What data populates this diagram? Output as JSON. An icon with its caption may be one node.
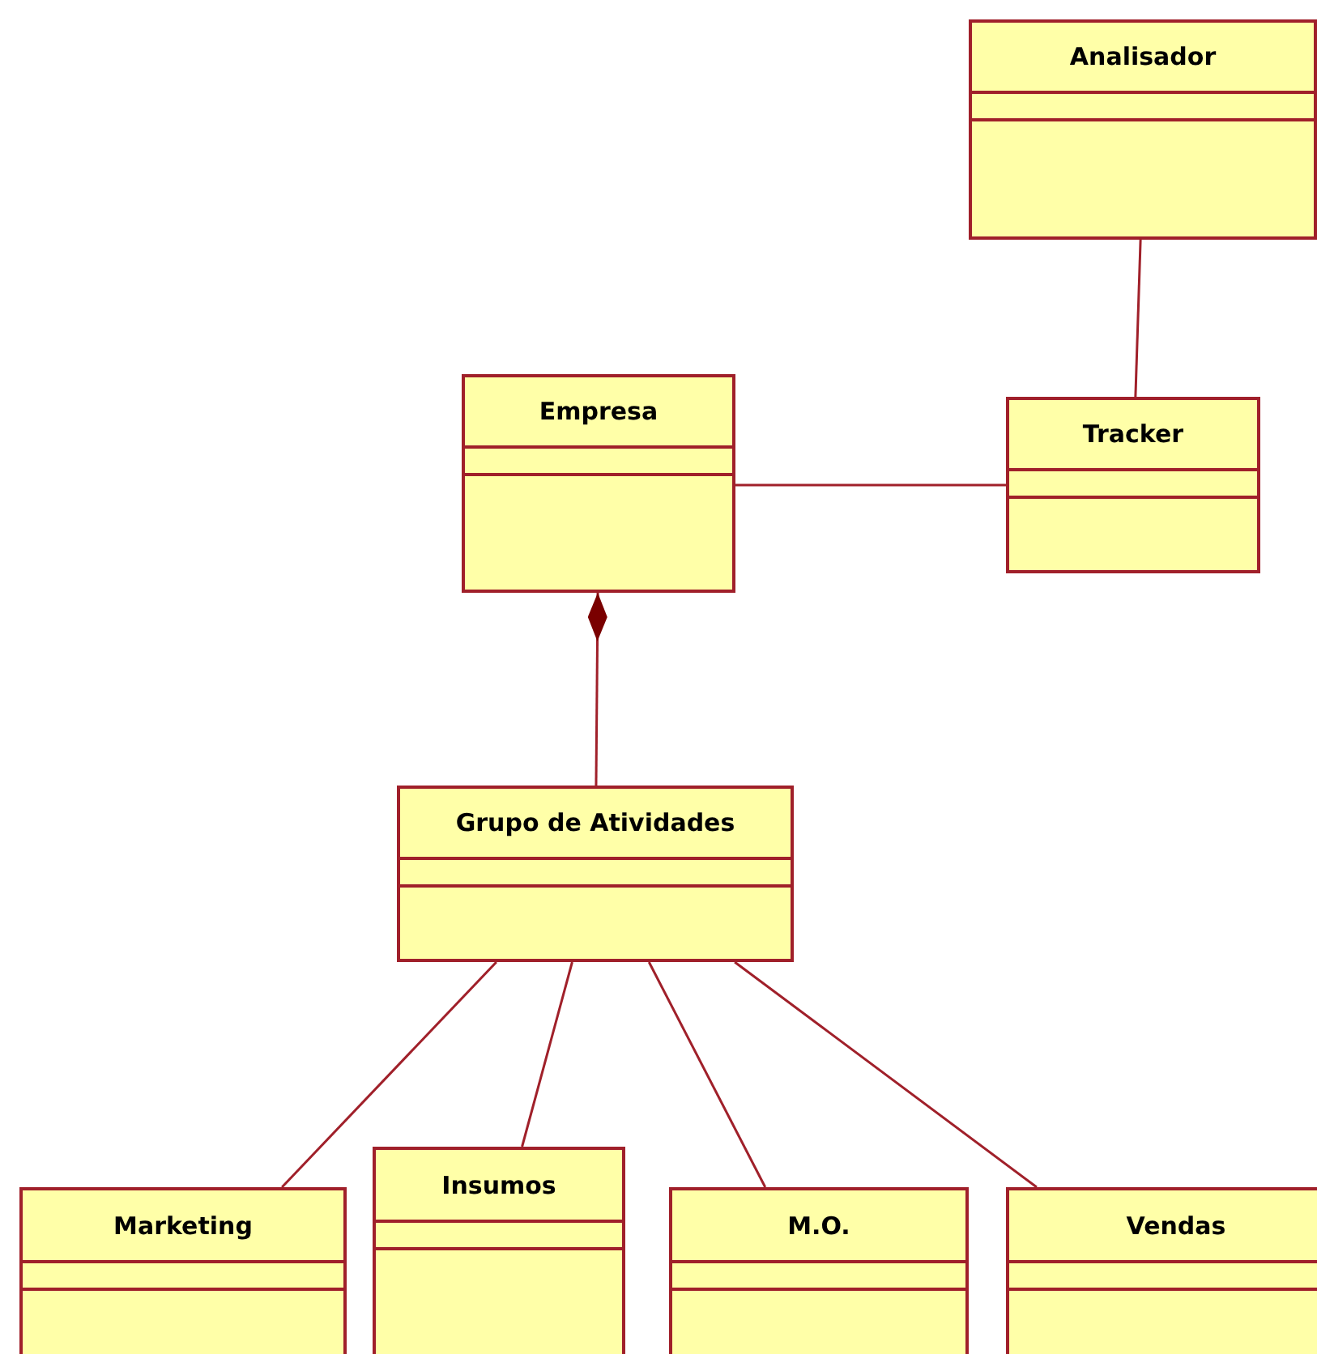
{
  "diagram": {
    "nodes": [
      {
        "text": [
          "Analisador"
        ]
      },
      {
        "text": [
          "Empresa"
        ]
      },
      {
        "text": [
          "Tracker"
        ]
      },
      {
        "text": [
          "Grupo de Atividades"
        ]
      },
      {
        "text": [
          "Marketing"
        ]
      },
      {
        "text": [
          "Insumos"
        ]
      },
      {
        "text": [
          "M.O."
        ]
      },
      {
        "text": [
          "Vendas"
        ]
      }
    ],
    "edges": [
      {
        "from": 0,
        "to": 2,
        "arrow": "none"
      },
      {
        "from": 1,
        "to": 2,
        "arrow": "none"
      },
      {
        "from": 1,
        "to": 3,
        "arrow": "other"
      },
      {
        "from": 3,
        "to": 4,
        "arrow": "none"
      },
      {
        "from": 3,
        "to": 5,
        "arrow": "none"
      },
      {
        "from": 3,
        "to": 6,
        "arrow": "none"
      },
      {
        "from": 3,
        "to": 7,
        "arrow": "none"
      }
    ]
  }
}
